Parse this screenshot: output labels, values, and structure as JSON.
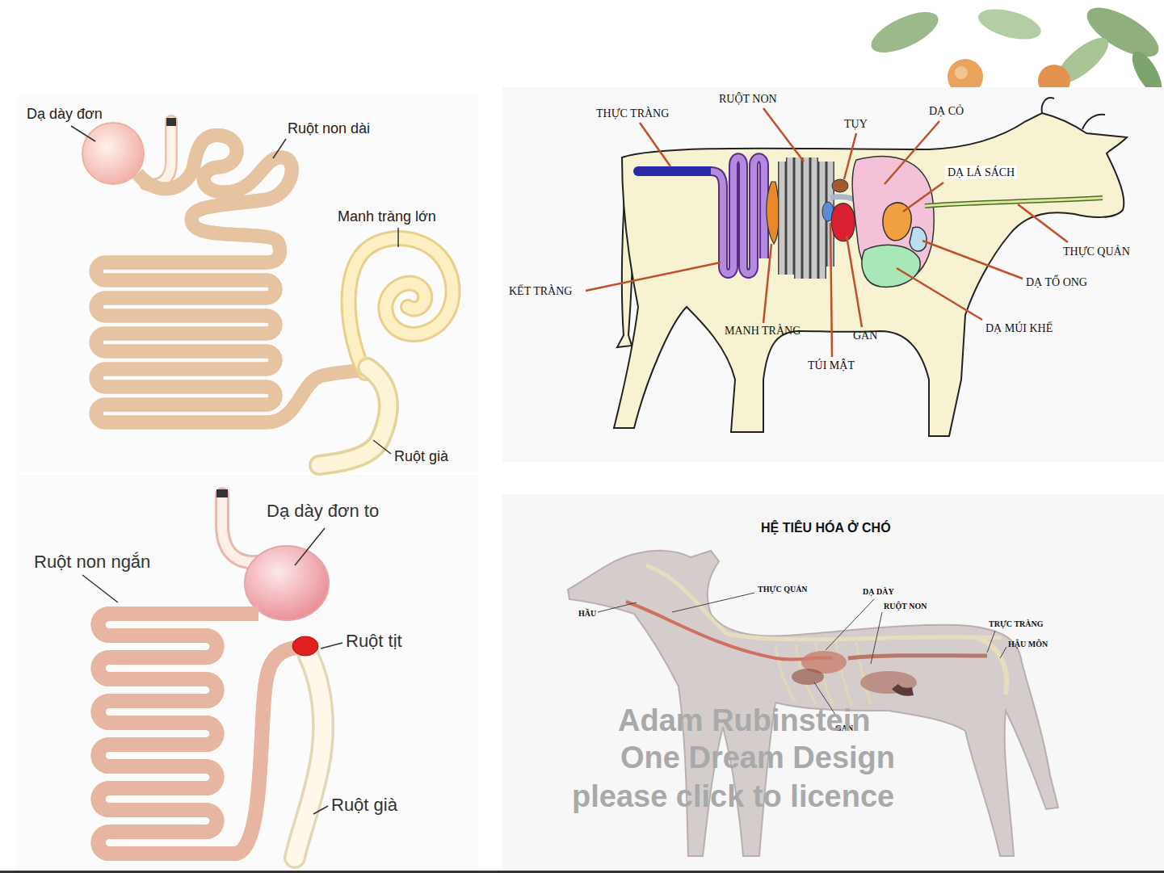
{
  "diagram": {
    "labels": [
      "Dạ dày đơn",
      "Ruột non dài",
      "Manh tràng lớn",
      "Ruột già",
      "THỰC TRÀNG",
      "RUỘT NON",
      "TỤY",
      "DẠ CỎ",
      "DẠ LÁ SÁCH",
      "THỰC QUẢN",
      "KẾT TRÀNG",
      "DẠ TỔ ONG",
      "DẠ MÚI KHẾ",
      "MANH TRÀNG",
      "GAN",
      "TÚI MẬT",
      "Dạ dày đơn to",
      "Ruột non ngắn",
      "Ruột tịt",
      "Ruột già",
      "HỆ TIÊU HÓA Ở CHÓ",
      "HẦU",
      "THỰC QUẢN",
      "DẠ DÀY",
      "RUỘT NON",
      "TRỰC TRÀNG",
      "HẬU MÔN",
      "GAN",
      "Adam Rubinstein",
      "One Dream Design",
      "please click to licence"
    ]
  }
}
